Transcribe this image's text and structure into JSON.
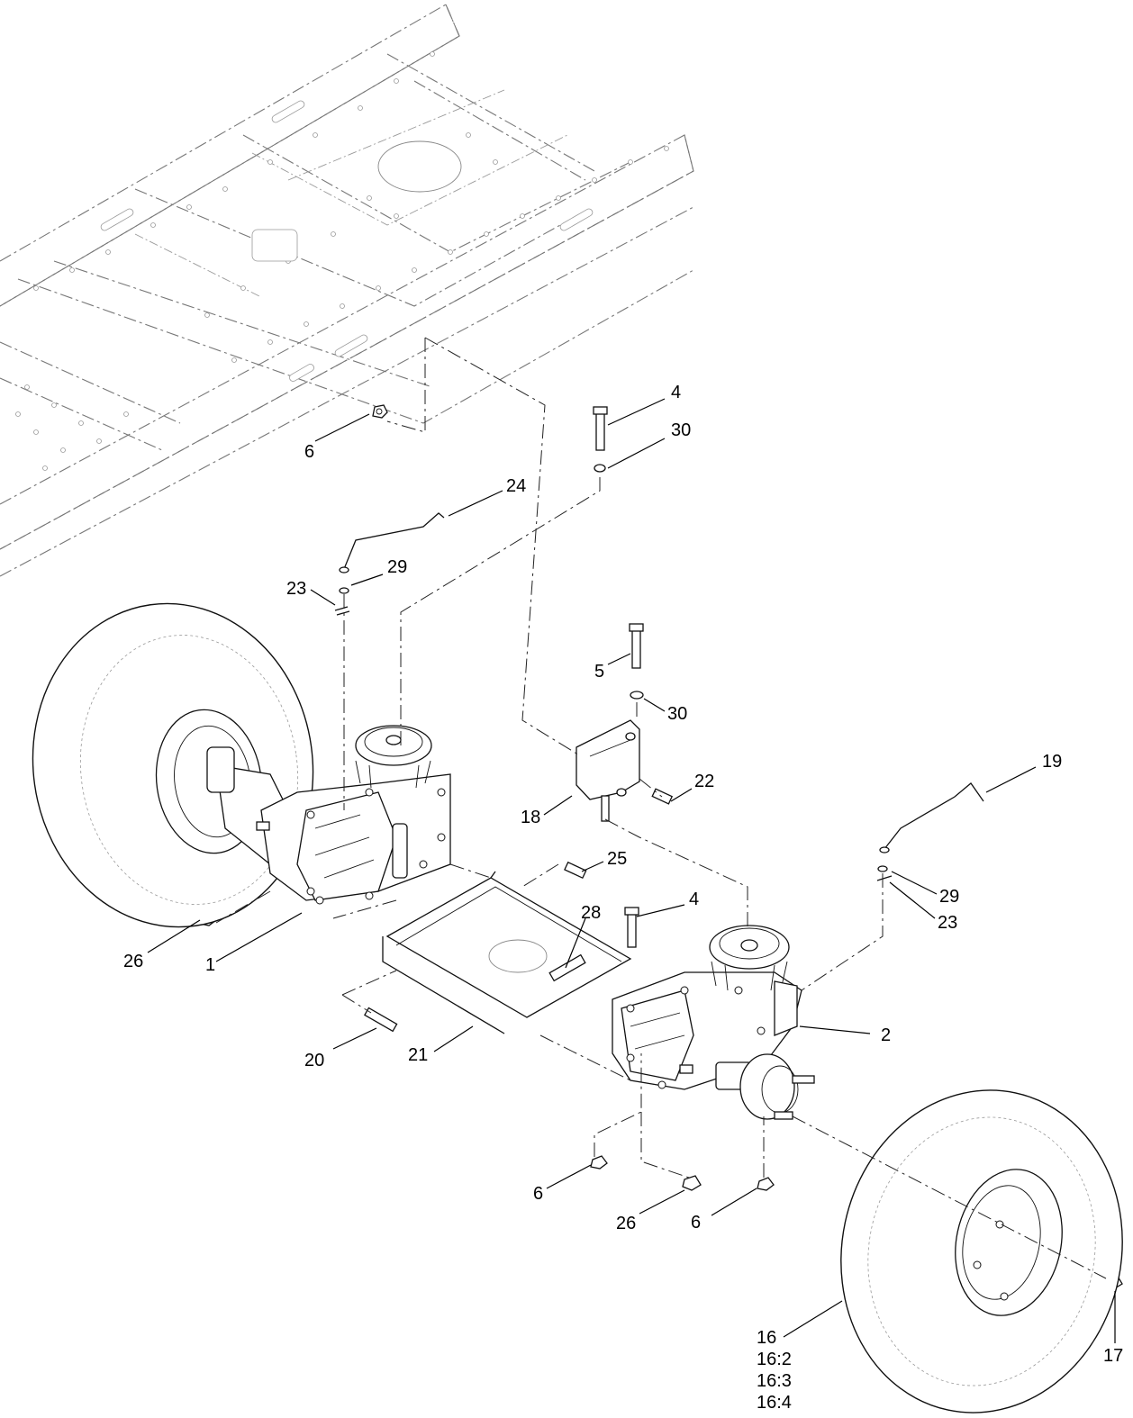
{
  "callouts": [
    {
      "id": "c-4-top",
      "label": "4"
    },
    {
      "id": "c-30-top",
      "label": "30"
    },
    {
      "id": "c-6-top",
      "label": "6"
    },
    {
      "id": "c-24",
      "label": "24"
    },
    {
      "id": "c-29-left",
      "label": "29"
    },
    {
      "id": "c-23-left",
      "label": "23"
    },
    {
      "id": "c-5",
      "label": "5"
    },
    {
      "id": "c-30-mid",
      "label": "30"
    },
    {
      "id": "c-22",
      "label": "22"
    },
    {
      "id": "c-18",
      "label": "18"
    },
    {
      "id": "c-19",
      "label": "19"
    },
    {
      "id": "c-25",
      "label": "25"
    },
    {
      "id": "c-4-mid",
      "label": "4"
    },
    {
      "id": "c-28",
      "label": "28"
    },
    {
      "id": "c-29-right",
      "label": "29"
    },
    {
      "id": "c-23-right",
      "label": "23"
    },
    {
      "id": "c-26-left",
      "label": "26"
    },
    {
      "id": "c-1",
      "label": "1"
    },
    {
      "id": "c-2",
      "label": "2"
    },
    {
      "id": "c-20",
      "label": "20"
    },
    {
      "id": "c-21",
      "label": "21"
    },
    {
      "id": "c-6-bl",
      "label": "6"
    },
    {
      "id": "c-26-bottom",
      "label": "26"
    },
    {
      "id": "c-6-br",
      "label": "6"
    },
    {
      "id": "c-16",
      "label": "16"
    },
    {
      "id": "c-16-2",
      "label": "16:2"
    },
    {
      "id": "c-16-3",
      "label": "16:3"
    },
    {
      "id": "c-16-4",
      "label": "16:4"
    },
    {
      "id": "c-17",
      "label": "17"
    }
  ]
}
